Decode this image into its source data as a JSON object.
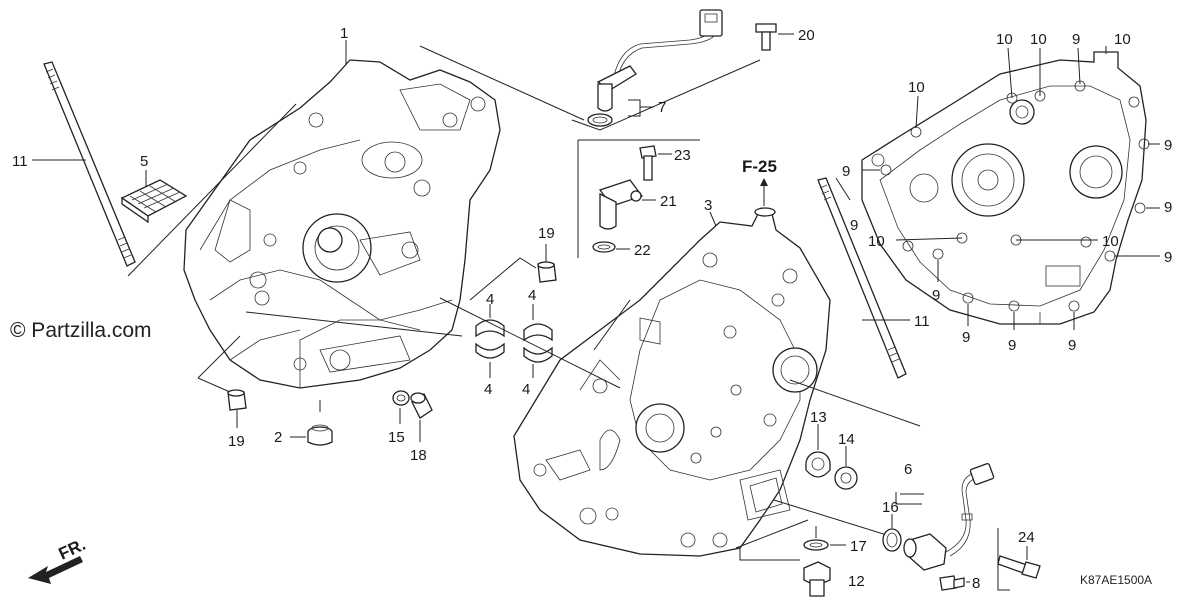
{
  "watermark": "© Partzilla.com",
  "page_ref": "F-25",
  "front_label": "FR.",
  "diagram_code": "K87AE1500A",
  "callouts": [
    "1",
    "2",
    "3",
    "4",
    "5",
    "6",
    "7",
    "8",
    "9",
    "10",
    "11",
    "12",
    "13",
    "14",
    "15",
    "16",
    "17",
    "18",
    "19",
    "20",
    "21",
    "22",
    "23",
    "24"
  ],
  "callout_positions_note": ""
}
